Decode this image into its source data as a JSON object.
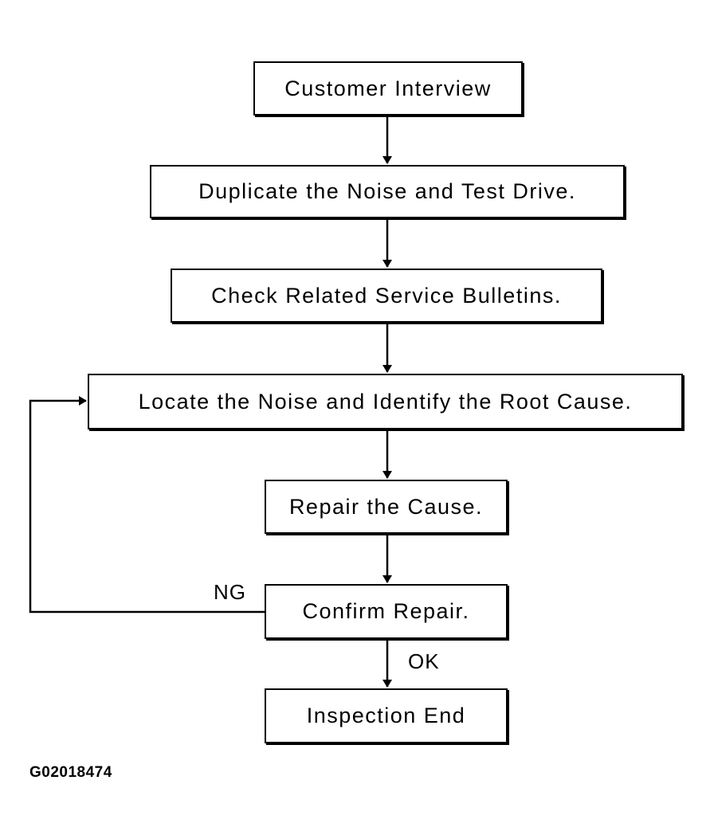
{
  "steps": [
    {
      "id": "interview",
      "label": "Customer Interview"
    },
    {
      "id": "duplicate",
      "label": "Duplicate the Noise and Test Drive."
    },
    {
      "id": "bulletins",
      "label": "Check Related Service Bulletins."
    },
    {
      "id": "locate",
      "label": "Locate the Noise and Identify the Root Cause."
    },
    {
      "id": "repair",
      "label": "Repair the Cause."
    },
    {
      "id": "confirm",
      "label": "Confirm Repair."
    },
    {
      "id": "end",
      "label": "Inspection End"
    }
  ],
  "branches": {
    "ng": "NG",
    "ok": "OK"
  },
  "figure_code": "G02018474",
  "colors": {
    "line": "#000000",
    "background": "#ffffff"
  }
}
